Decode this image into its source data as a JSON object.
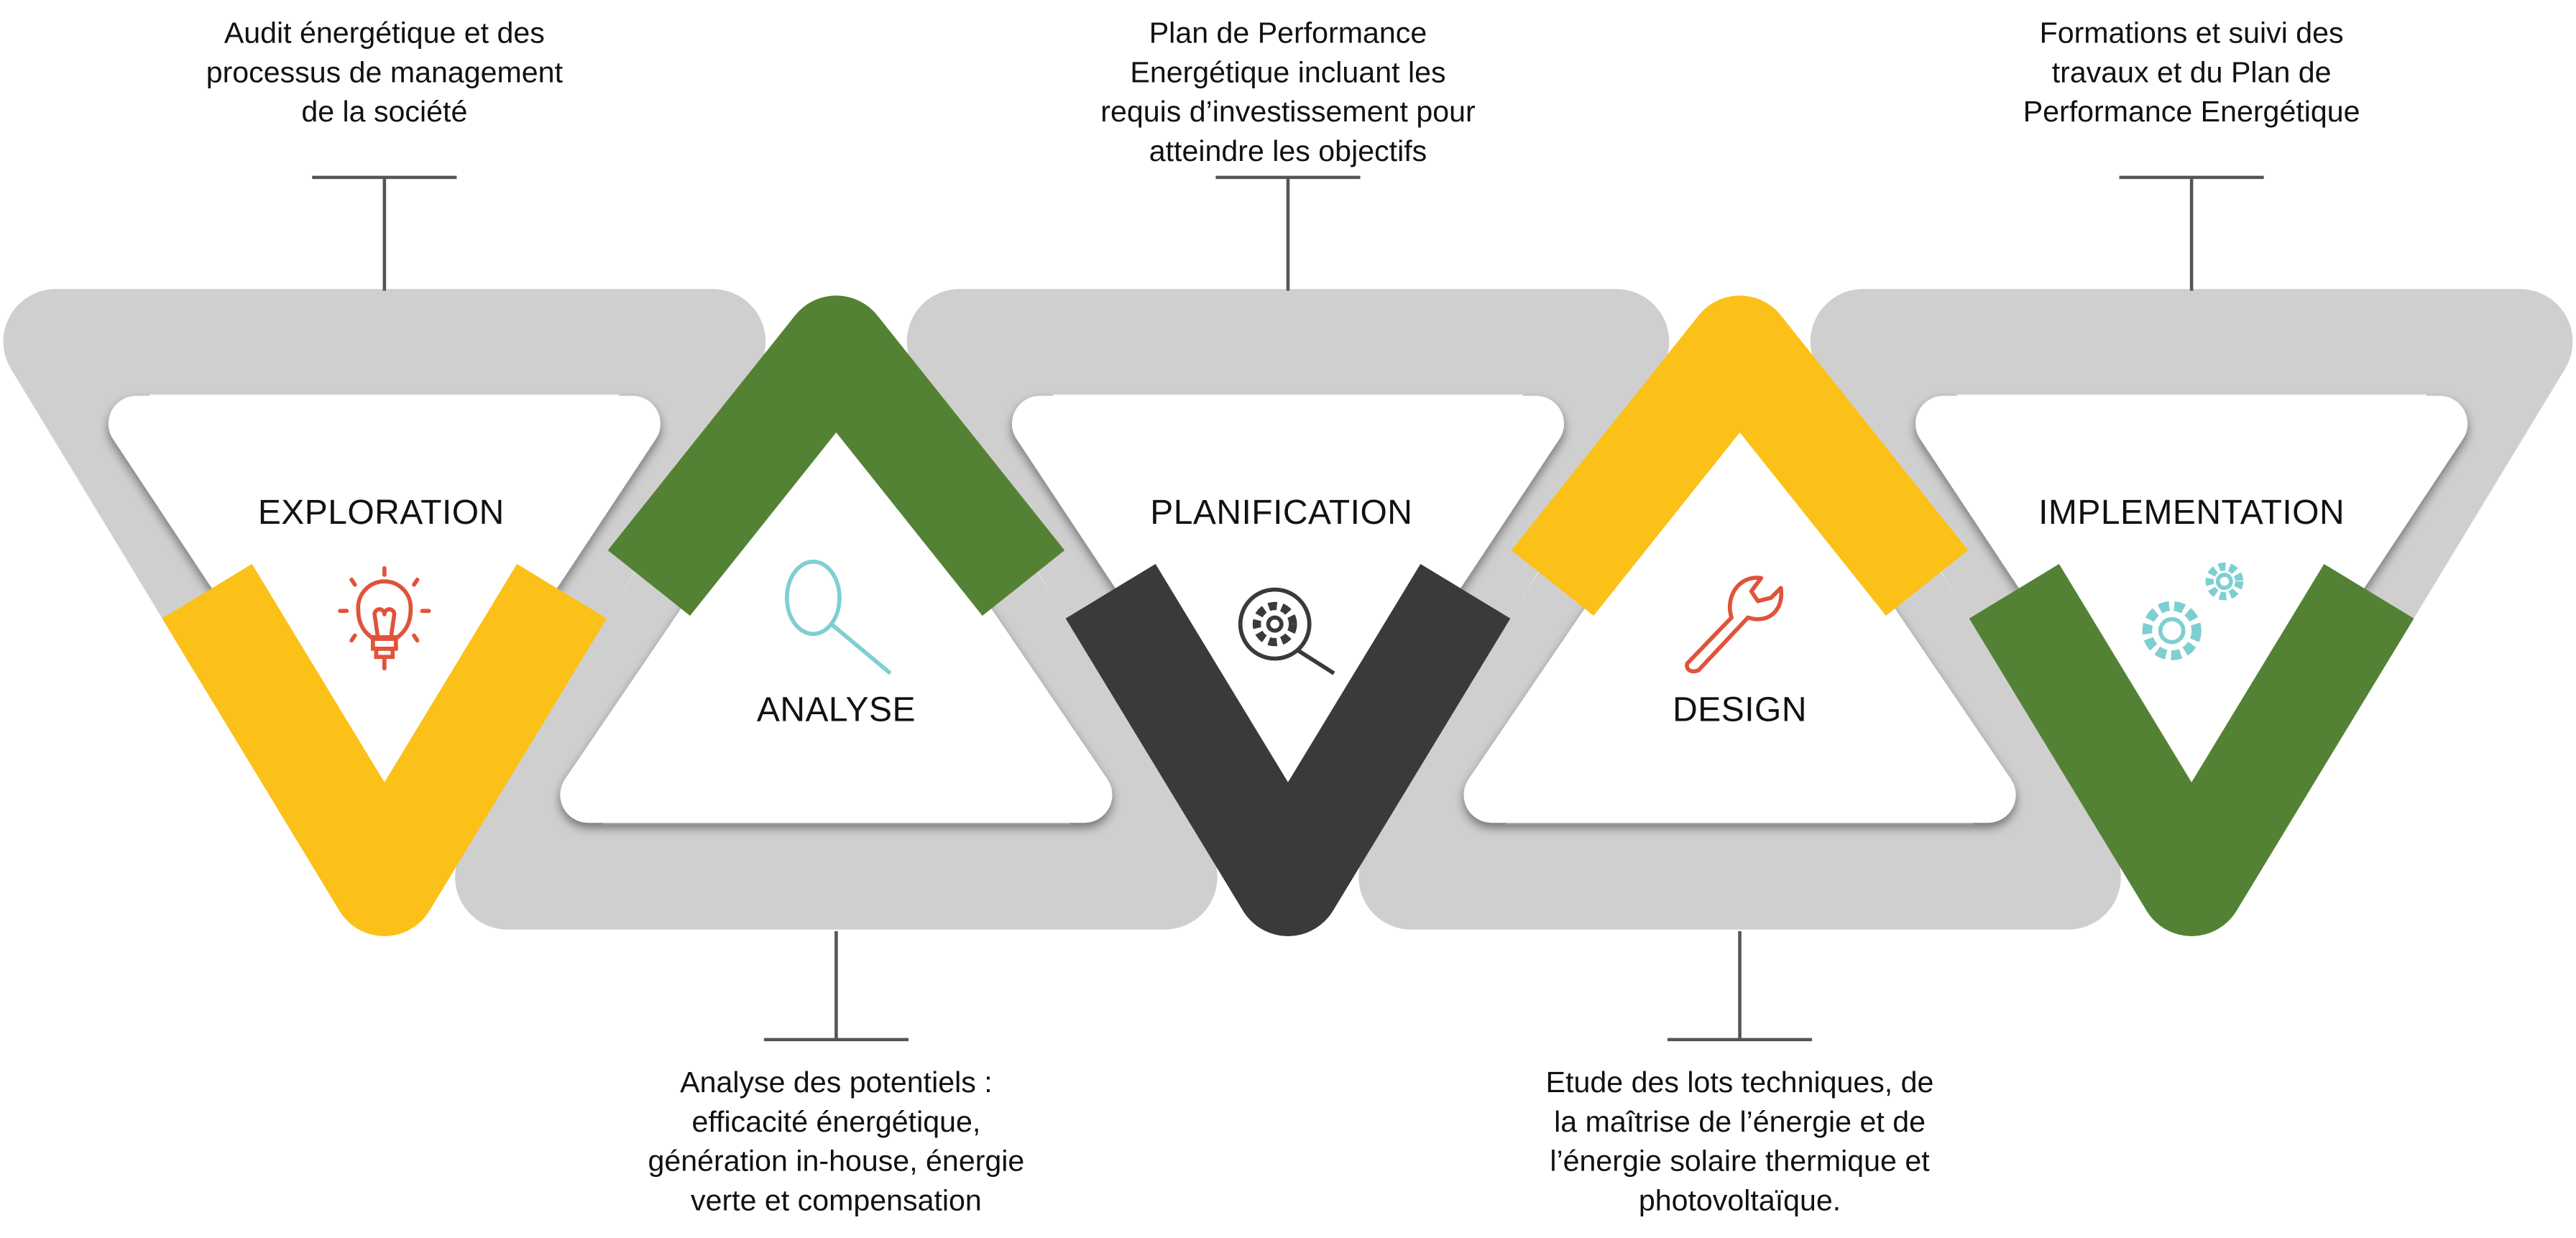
{
  "stages": [
    {
      "label": "EXPLORATION",
      "icon": "lightbulb-icon",
      "description": [
        "Audit énergétique et des",
        "processus de management",
        "de la société"
      ]
    },
    {
      "label": "ANALYSE",
      "icon": "magnifier-icon",
      "description": [
        "Analyse des potentiels :",
        "efficacité énergétique,",
        "génération in-house, énergie",
        "verte et compensation"
      ]
    },
    {
      "label": "PLANIFICATION",
      "icon": "gear-search-icon",
      "description": [
        "Plan de Performance",
        "Energétique incluant les",
        "requis d’investissement pour",
        "atteindre les objectifs"
      ]
    },
    {
      "label": "DESIGN",
      "icon": "wrench-icon",
      "description": [
        "Etude des lots techniques, de",
        "la maîtrise de l’énergie et de",
        "l’énergie solaire thermique et",
        "photovoltaïque."
      ]
    },
    {
      "label": "IMPLEMENTATION",
      "icon": "gears-icon",
      "description": [
        "Formations et suivi des",
        "travaux et du Plan de",
        "Performance Energétique"
      ]
    }
  ],
  "colors": {
    "gray": "#d0cfd0",
    "yellow": "#fcc118",
    "green": "#548235",
    "dark": "#3b393a",
    "icon_red": "#e0533a",
    "icon_teal": "#7ecfd2",
    "icon_dark": "#3b393a"
  }
}
